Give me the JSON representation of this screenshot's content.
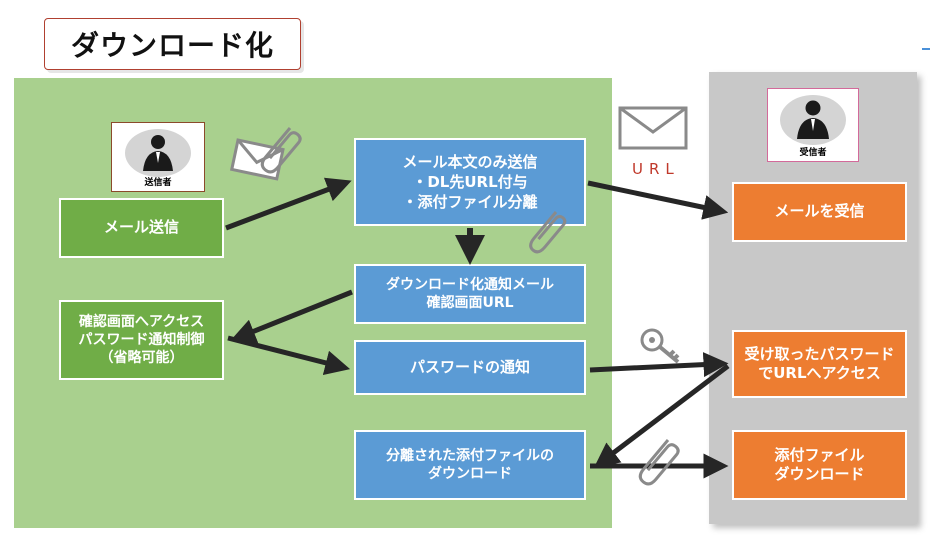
{
  "title": "ダウンロード化",
  "sender": {
    "caption": "送信者"
  },
  "receiver": {
    "caption": "受信者"
  },
  "url_label": "URL",
  "boxes": {
    "send_mail": "メール送信",
    "confirm_access": "確認画面へアクセス\nパスワード通知制御\n（省略可能）",
    "body_only": "メール本文のみ送信\n・DL先URL付与\n・添付ファイル分離",
    "dl_notice": "ダウンロード化通知メール\n確認画面URL",
    "pw_notice": "パスワードの通知",
    "split_dl": "分離された添付ファイルの\nダウンロード",
    "receive_mail": "メールを受信",
    "access_url": "受け取ったパスワード\nでURLへアクセス",
    "attach_dl": "添付ファイル\nダウンロード"
  },
  "colors": {
    "sender_panel": "#a9d08e",
    "receiver_panel": "#c8c8c8",
    "green_box": "#70ad47",
    "blue_box": "#5b9bd5",
    "orange_box": "#ed7d31",
    "url_text": "#c0392b"
  },
  "icons": [
    "envelope-icon",
    "paperclip-icon",
    "key-icon",
    "person-icon"
  ]
}
